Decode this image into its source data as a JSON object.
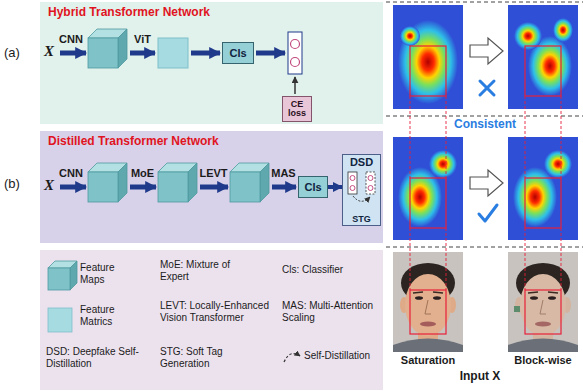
{
  "diagram": {
    "nodes": [
      {
        "text": [
          "Hybrid Transformer Network"
        ]
      },
      {
        "text": [
          "Cls"
        ],
        "in": 0
      },
      {
        "text": [
          "CE loss"
        ],
        "in": 0
      },
      {
        "text": [
          "Distilled Transformer Network"
        ]
      },
      {
        "text": [
          "Cls"
        ],
        "in": 3
      },
      {
        "text": [
          "DSD",
          "STG"
        ],
        "in": 3
      }
    ],
    "edges": [
      {
        "from": 4,
        "to": 5,
        "arrow": "to"
      }
    ],
    "labels": [
      "(a)",
      "X",
      "CNN",
      "ViT",
      "(b)",
      "X",
      "CNN",
      "MoE",
      "LEVT",
      "MAS",
      "MoE: Mixture of Expert",
      "Cls: Classifier",
      "LEVT: Locally-Enhanced Vision Transformer",
      "MAS: Multi-Attention Scaling",
      "DSD: Deepfake Self-Distillation",
      "STG: Soft Tag Generation",
      "Consistent",
      "Saturation",
      "Block-wise",
      "Input X"
    ],
    "legend": [
      {
        "text": "Feature Maps"
      },
      {
        "text": "Feature Matrics"
      },
      {
        "text": "Self-Distillation"
      }
    ]
  }
}
